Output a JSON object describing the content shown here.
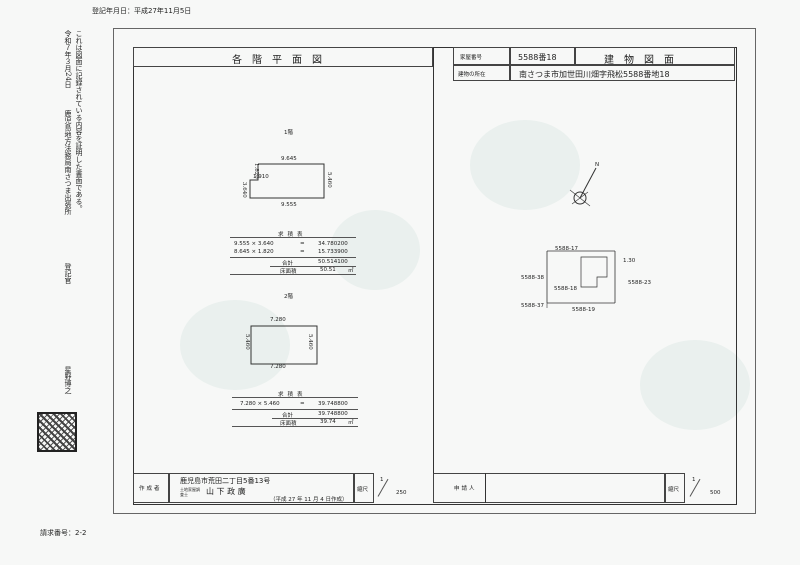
{
  "header": {
    "registration_date": "登記年月日：平成27年11月5日"
  },
  "certificate": {
    "statement": "これは図面に記録されている内容を証明した書面である。",
    "date": "令和７年３月24日",
    "office": "鹿児島地方法務局南さつま出張所",
    "officer_title": "登記官",
    "officer_name": "星野博之"
  },
  "title_block": {
    "left_title": "各階平面図",
    "house_number_label": "家屋番号",
    "house_number": "5588番18",
    "right_title": "建物図面",
    "location_label": "建物の所在",
    "location": "南さつま市加世田川畑字飛松5588番地18"
  },
  "floor1": {
    "label": "1階",
    "dims": [
      "9.645",
      "1.820",
      "1.910",
      "3.640",
      "5.460",
      "9.555"
    ],
    "table_title": "求積表",
    "rows": [
      {
        "expr": "9.555 × 3.640",
        "eq": "=",
        "val": "34.780200"
      },
      {
        "expr": "8.645 × 1.820",
        "eq": "=",
        "val": "15.733900"
      }
    ],
    "total_label": "合計",
    "total": "50.514100",
    "area_label": "床面積",
    "area": "50.51",
    "unit": "㎡"
  },
  "floor2": {
    "label": "2階",
    "dims": [
      "7.280",
      "5.460",
      "5.460",
      "7.280"
    ],
    "table_title": "求積表",
    "rows": [
      {
        "expr": "7.280 × 5.460",
        "eq": "=",
        "val": "39.748800"
      }
    ],
    "total_label": "合計",
    "total": "39.748800",
    "area_label": "床面積",
    "area": "39.74",
    "unit": "㎡"
  },
  "site_map": {
    "north_mark": "N",
    "parcels": [
      "5588-17",
      "5588-38",
      "5588-18",
      "5588-23",
      "5588-37",
      "5588-19"
    ],
    "dim": "1.30"
  },
  "footer": {
    "maker_label": "作成者",
    "address": "鹿児島市荒田二丁目5番13号",
    "qualification": "土地家屋調査士",
    "name": "山 下 政 廣",
    "created": "（平成 27 年 11 月 4 日作成）",
    "scale_label_left": "縮尺",
    "scale_left_num": "1",
    "scale_left_den": "250",
    "applicant_label": "申請人",
    "scale_label_right": "縮尺",
    "scale_right_num": "1",
    "scale_right_den": "500"
  },
  "request_number": "請求番号：2-2"
}
